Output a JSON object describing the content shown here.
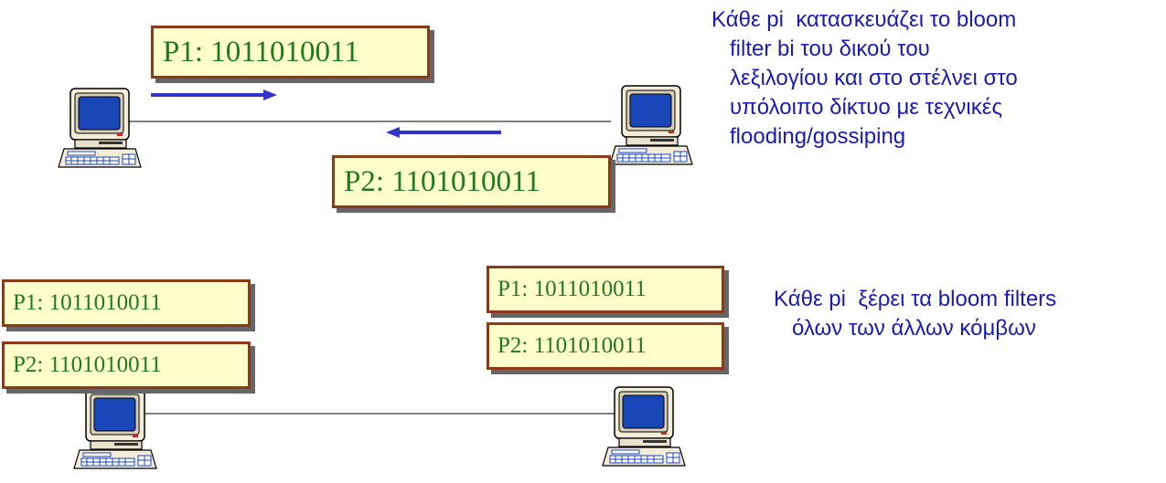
{
  "top": {
    "box_p1": "P1:  1011010011",
    "box_p2": "P2:  1101010011",
    "note_lines": [
      "Κάθε pi  κατασκευάζει το bloom",
      "   filter bi του δικού του",
      "   λεξιλογίου και στο στέλνει στο",
      "   υπόλοιπο δίκτυο με τεχνικές",
      "   flooding/gossiping"
    ]
  },
  "bottom": {
    "left_p1": "P1:  1011010011",
    "left_p2": "P2:  1101010011",
    "right_p1": "P1:  1011010011",
    "right_p2": "P2:  1101010011",
    "note_lines": [
      "Κάθε pi  ξέρει τα bloom filters",
      "   όλων των άλλων κόμβων"
    ]
  },
  "colors": {
    "arrow": "#3333cc",
    "box_fill": "#ffffcc",
    "box_border": "#8b3a1a",
    "box_text": "#1f7a1f",
    "note_text": "#1a1ab8",
    "screen": "#1a47b8"
  },
  "icons": [
    "computer-icon",
    "keyboard-icon",
    "arrow-right-icon",
    "arrow-left-icon"
  ]
}
